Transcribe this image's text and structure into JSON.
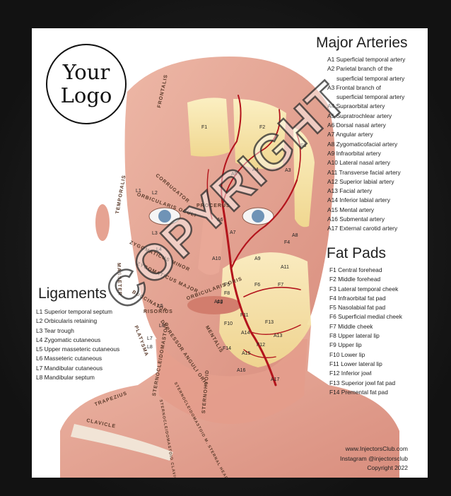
{
  "logo": {
    "line1": "Your",
    "line2": "Logo"
  },
  "major_arteries": {
    "title": "Major Arteries",
    "items": [
      "A1 Superficial temporal artery",
      "A2 Parietal branch of the",
      "superficial temporal artery",
      "A3 Frontal branch of",
      "superficial temporal artery",
      "A4 Supraorbital artery",
      "A5 Supratrochlear artery",
      "A6 Dorsal nasal artery",
      "A7 Angular artery",
      "A8 Zygomaticofacial artery",
      "A9 Infraorbital artery",
      "A10 Lateral nasal artery",
      "A11 Transverse facial artery",
      "A12 Superior labial artery",
      "A13 Facial artery",
      "A14 Inferior labial artery",
      "A15 Mental artery",
      "A16 Submental artery",
      "A17 External carotid artery"
    ]
  },
  "fat_pads": {
    "title": "Fat Pads",
    "items": [
      "F1 Central forehead",
      "F2 Middle forehead",
      "F3 Lateral temporal cheek",
      "F4 Infraorbital fat pad",
      "F5 Nasolabial fat pad",
      "F6 Superficial medial cheek",
      "F7 Middle cheek",
      "F8 Upper lateral lip",
      "F9 Upper lip",
      "F10 Lower lip",
      "F11 Lower lateral lip",
      "F12 Inferior jowl",
      "F13 Superior jowl fat pad",
      "F14 Premental fat pad"
    ]
  },
  "ligaments": {
    "title": "Ligaments",
    "items": [
      "L1 Superior temporal septum",
      "L2 Orbicularis retaining",
      "L3 Tear trough",
      "L4 Zygomatic cutaneous",
      "L5 Upper masseteric cutaneous",
      "L6 Masseteric cutaneous",
      "L7 Mandibular cutaneous",
      "L8 Mandibular septum"
    ]
  },
  "credits": {
    "website": "www.InjectorsClub.com",
    "instagram": "Instagram @injectorsclub",
    "copyright": "Copyright 2022"
  },
  "watermark": "COPYRIGHT",
  "diagram_labels": {
    "fat": [
      "F1",
      "F2",
      "F3",
      "F4",
      "F5",
      "F6",
      "F7",
      "F8",
      "F9",
      "F10",
      "F11",
      "F12",
      "F13",
      "F14"
    ],
    "arteries": [
      "A5",
      "A4",
      "A3",
      "A6",
      "A7",
      "A8",
      "A9",
      "A10",
      "A11",
      "A12",
      "A13",
      "A14",
      "A15",
      "A16",
      "A17"
    ],
    "ligaments": [
      "L1",
      "L2",
      "L3",
      "L4",
      "L5",
      "L6",
      "L7",
      "L8"
    ],
    "muscles": [
      "FRONTALIS",
      "TEMPORALIS",
      "CORRUGATOR",
      "ORBICULARIS OCULI",
      "PROCERUS",
      "ZYGOMATICUS MINOR",
      "ZYGOMATICUS MAJOR",
      "MASSETER",
      "BUCCINATOR",
      "RISORIUS",
      "ORBICULARIS ORIS",
      "DEPRESSOR ANGULI ORIS",
      "MENTALIS",
      "PLATYSMA",
      "TRAPEZIUS",
      "STERNOCLEIDOMASTOID",
      "STERNOHYOID",
      "CLAVICLE",
      "STERNOCLEIDOMASTOID M. STERNAL HEAD",
      "STERNOCLEIDOMASTOID CLAVICULAR HEAD"
    ]
  },
  "colors": {
    "muscle": "#e7a99a",
    "fat": "#f6e3a6",
    "artery": "#b3141c",
    "bone": "#f1e4d6",
    "background": "#141414"
  }
}
